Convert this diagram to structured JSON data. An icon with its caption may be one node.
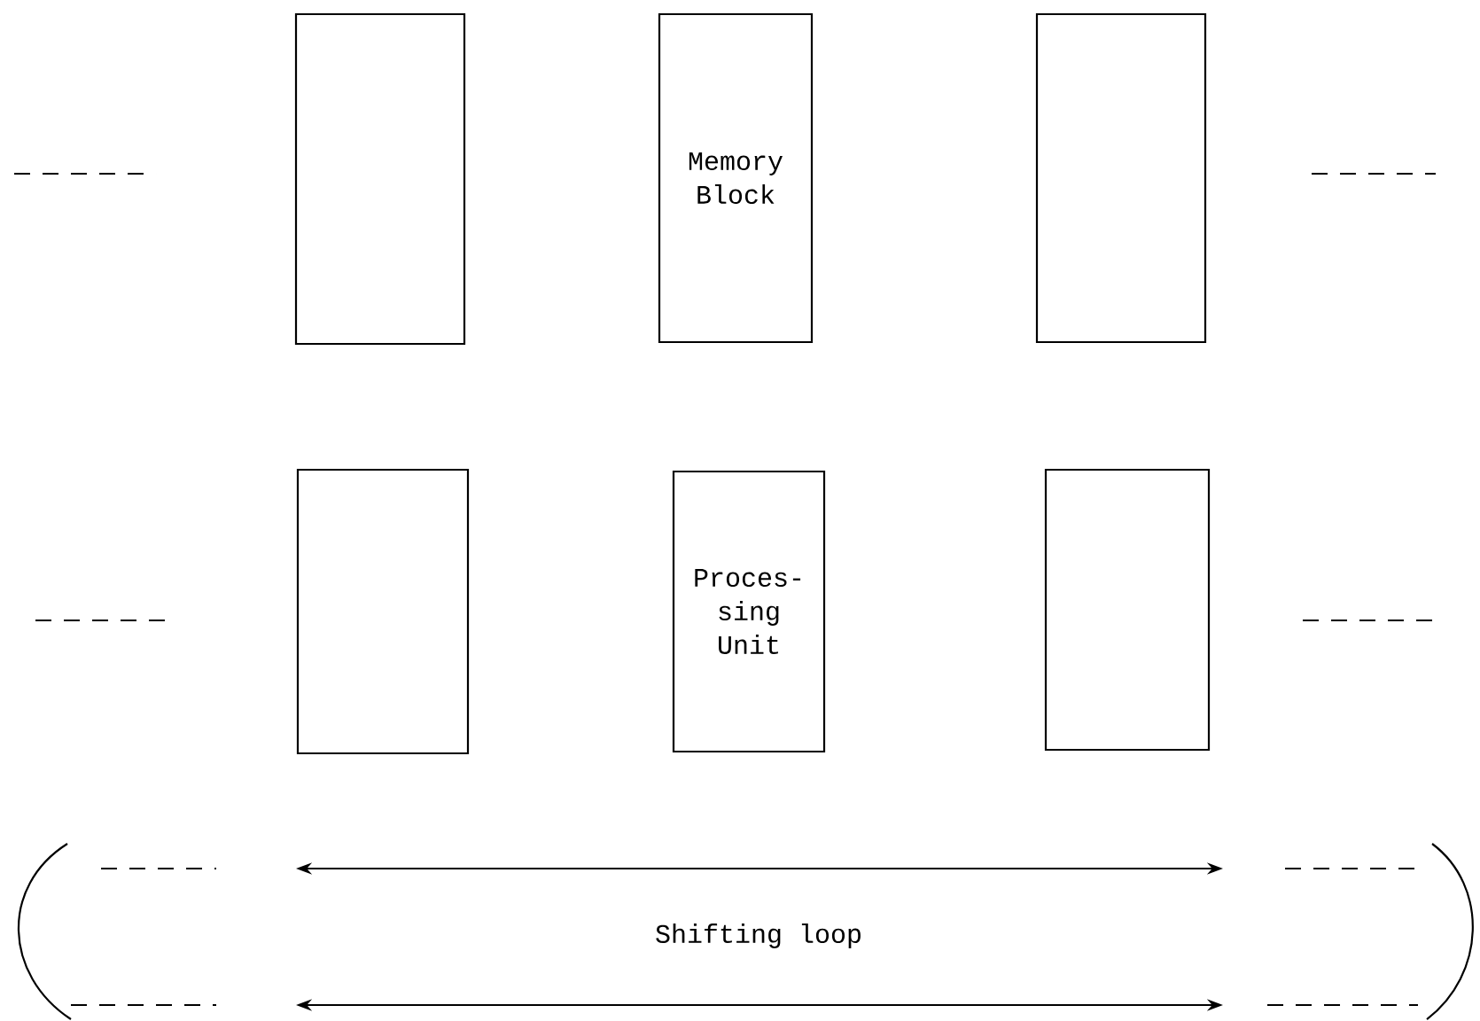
{
  "diagram": {
    "nodes": [
      {
        "text": [],
        "shape": "box"
      },
      {
        "text": [
          "Memory Block"
        ]
      },
      {
        "text": [],
        "shape": "box"
      },
      {
        "text": [],
        "shape": "box"
      },
      {
        "text": [
          "Proces- sing Unit"
        ]
      },
      {
        "text": [],
        "shape": "box"
      }
    ],
    "labels": [
      "Shifting loop"
    ]
  }
}
